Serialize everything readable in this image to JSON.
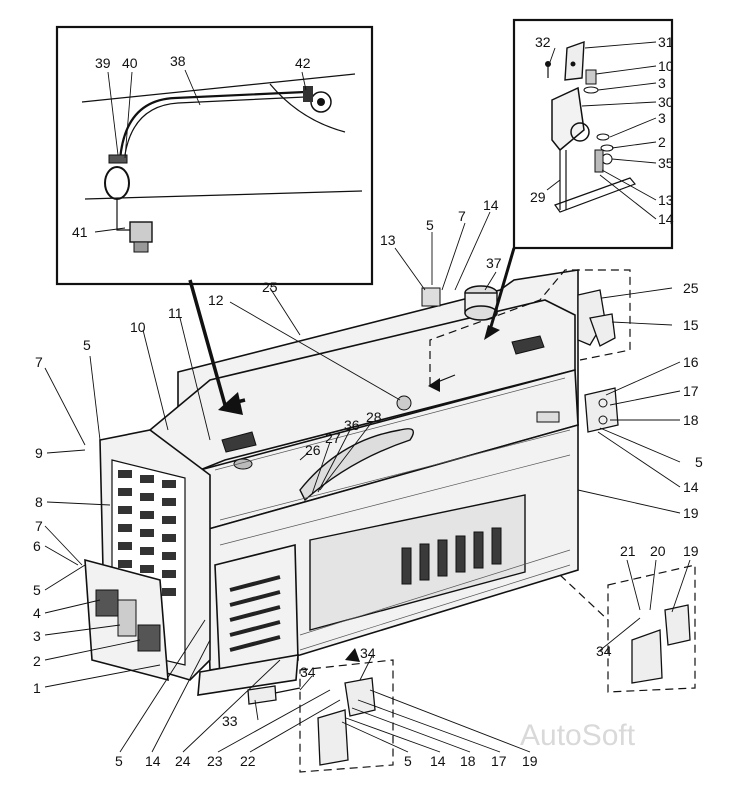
{
  "watermark": "AutoSoft",
  "callouts": [
    {
      "id": "c-39",
      "text": "39"
    },
    {
      "id": "c-40",
      "text": "40"
    },
    {
      "id": "c-38",
      "text": "38"
    },
    {
      "id": "c-42",
      "text": "42"
    },
    {
      "id": "c-41",
      "text": "41"
    },
    {
      "id": "c-32",
      "text": "32"
    },
    {
      "id": "c-31",
      "text": "31"
    },
    {
      "id": "c-10a",
      "text": "10"
    },
    {
      "id": "c-3a",
      "text": "3"
    },
    {
      "id": "c-30",
      "text": "30"
    },
    {
      "id": "c-3b",
      "text": "3"
    },
    {
      "id": "c-2a",
      "text": "2"
    },
    {
      "id": "c-35",
      "text": "35"
    },
    {
      "id": "c-29",
      "text": "29"
    },
    {
      "id": "c-13a",
      "text": "13"
    },
    {
      "id": "c-14a",
      "text": "14"
    },
    {
      "id": "c-13b",
      "text": "13"
    },
    {
      "id": "c-5a",
      "text": "5"
    },
    {
      "id": "c-7a",
      "text": "7"
    },
    {
      "id": "c-14b",
      "text": "14"
    },
    {
      "id": "c-37",
      "text": "37"
    },
    {
      "id": "c-25a",
      "text": "25"
    },
    {
      "id": "c-25b",
      "text": "25"
    },
    {
      "id": "c-15",
      "text": "15"
    },
    {
      "id": "c-12",
      "text": "12"
    },
    {
      "id": "c-11",
      "text": "11"
    },
    {
      "id": "c-10b",
      "text": "10"
    },
    {
      "id": "c-5b",
      "text": "5"
    },
    {
      "id": "c-7b",
      "text": "7"
    },
    {
      "id": "c-9",
      "text": "9"
    },
    {
      "id": "c-8",
      "text": "8"
    },
    {
      "id": "c-7c",
      "text": "7"
    },
    {
      "id": "c-6",
      "text": "6"
    },
    {
      "id": "c-5c",
      "text": "5"
    },
    {
      "id": "c-4",
      "text": "4"
    },
    {
      "id": "c-3c",
      "text": "3"
    },
    {
      "id": "c-2b",
      "text": "2"
    },
    {
      "id": "c-1",
      "text": "1"
    },
    {
      "id": "c-16",
      "text": "16"
    },
    {
      "id": "c-17a",
      "text": "17"
    },
    {
      "id": "c-18a",
      "text": "18"
    },
    {
      "id": "c-5d",
      "text": "5"
    },
    {
      "id": "c-14c",
      "text": "14"
    },
    {
      "id": "c-19a",
      "text": "19"
    },
    {
      "id": "c-28",
      "text": "28"
    },
    {
      "id": "c-36",
      "text": "36"
    },
    {
      "id": "c-27",
      "text": "27"
    },
    {
      "id": "c-26",
      "text": "26"
    },
    {
      "id": "c-21",
      "text": "21"
    },
    {
      "id": "c-20",
      "text": "20"
    },
    {
      "id": "c-19b",
      "text": "19"
    },
    {
      "id": "c-34a",
      "text": "34"
    },
    {
      "id": "c-34b",
      "text": "34"
    },
    {
      "id": "c-34c",
      "text": "34"
    },
    {
      "id": "c-33",
      "text": "33"
    },
    {
      "id": "c-5e",
      "text": "5"
    },
    {
      "id": "c-14d",
      "text": "14"
    },
    {
      "id": "c-24",
      "text": "24"
    },
    {
      "id": "c-23",
      "text": "23"
    },
    {
      "id": "c-22",
      "text": "22"
    },
    {
      "id": "c-5f",
      "text": "5"
    },
    {
      "id": "c-14e",
      "text": "14"
    },
    {
      "id": "c-18b",
      "text": "18"
    },
    {
      "id": "c-17b",
      "text": "17"
    },
    {
      "id": "c-19c",
      "text": "19"
    }
  ]
}
